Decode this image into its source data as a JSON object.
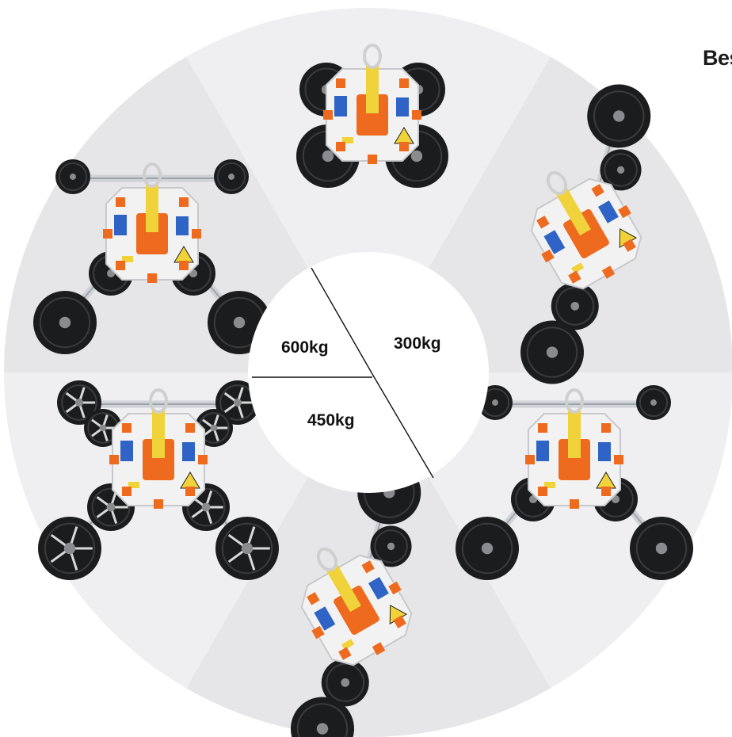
{
  "header": {
    "cropped_title": "Bes"
  },
  "capacities": [
    {
      "label": "600kg",
      "name": "capacity-600kg"
    },
    {
      "label": "300kg",
      "name": "capacity-300kg"
    },
    {
      "label": "450kg",
      "name": "capacity-450kg"
    }
  ],
  "devices": [
    {
      "name": "vacuum-lifter-2-cup",
      "variant": "two-cup"
    },
    {
      "name": "vacuum-lifter-4-cup-diagonal",
      "variant": "four-cup-diagonal"
    },
    {
      "name": "vacuum-lifter-4-cup-cross",
      "variant": "four-cup-cross"
    },
    {
      "name": "vacuum-lifter-4-cup-cross-top-view",
      "variant": "four-cup-cross"
    },
    {
      "name": "vacuum-lifter-8-cup",
      "variant": "eight-cup"
    },
    {
      "name": "vacuum-lifter-4-cup-diagonal-bottom",
      "variant": "four-cup-diagonal"
    }
  ],
  "colors": {
    "wheel_light": "#efeff1",
    "wheel_dark": "#e6e6e8",
    "hub": "#ffffff",
    "body": "#f2f2f2",
    "orange": "#ee6a1e",
    "yellow": "#f0d23a",
    "blue": "#2f63c5",
    "cup": "#1b1c1e"
  }
}
